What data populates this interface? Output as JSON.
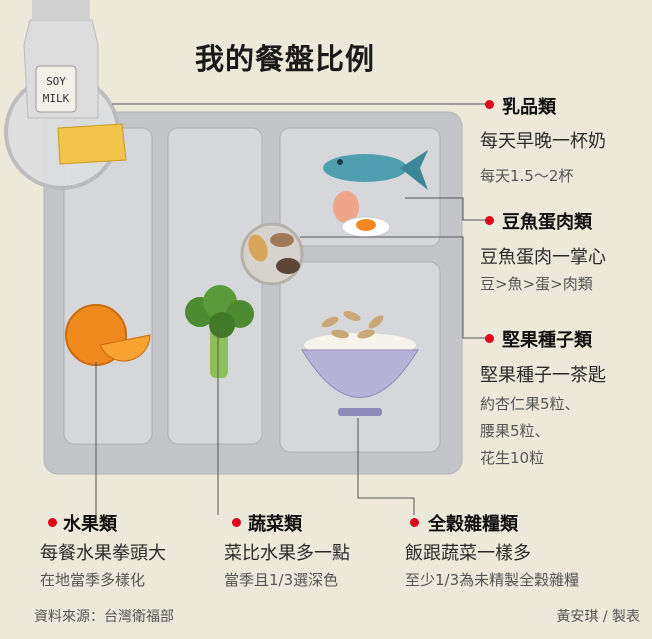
{
  "title": "我的餐盤比例",
  "carton_text": {
    "line1": "SOY",
    "line2": "MILK"
  },
  "groups": {
    "dairy": {
      "name": "乳品類",
      "line1": "每天早晚一杯奶",
      "line2": "每天1.5～2杯"
    },
    "protein": {
      "name": "豆魚蛋肉類",
      "line1": "豆魚蛋肉一掌心",
      "line2": "豆>魚>蛋>肉類"
    },
    "nuts": {
      "name": "堅果種子類",
      "line1": "堅果種子一茶匙",
      "line2": "約杏仁果5粒、",
      "line3": "腰果5粒、",
      "line4": "花生10粒"
    },
    "fruit": {
      "name": "水果類",
      "line1": "每餐水果拳頭大",
      "line2": "在地當季多樣化"
    },
    "veg": {
      "name": "蔬菜類",
      "line1": "菜比水果多一點",
      "line2": "當季且1/3選深色"
    },
    "grain": {
      "name": "全穀雜糧類",
      "line1": "飯跟蔬菜一樣多",
      "line2": "至少1/3為未精製全穀雜糧"
    }
  },
  "footer": {
    "source": "資料來源：台灣衛福部",
    "credit": "黃安琪 / 製表"
  },
  "colors": {
    "accent": "#e0001b",
    "background": "#ece8da",
    "tray": "#c9c9cc"
  }
}
